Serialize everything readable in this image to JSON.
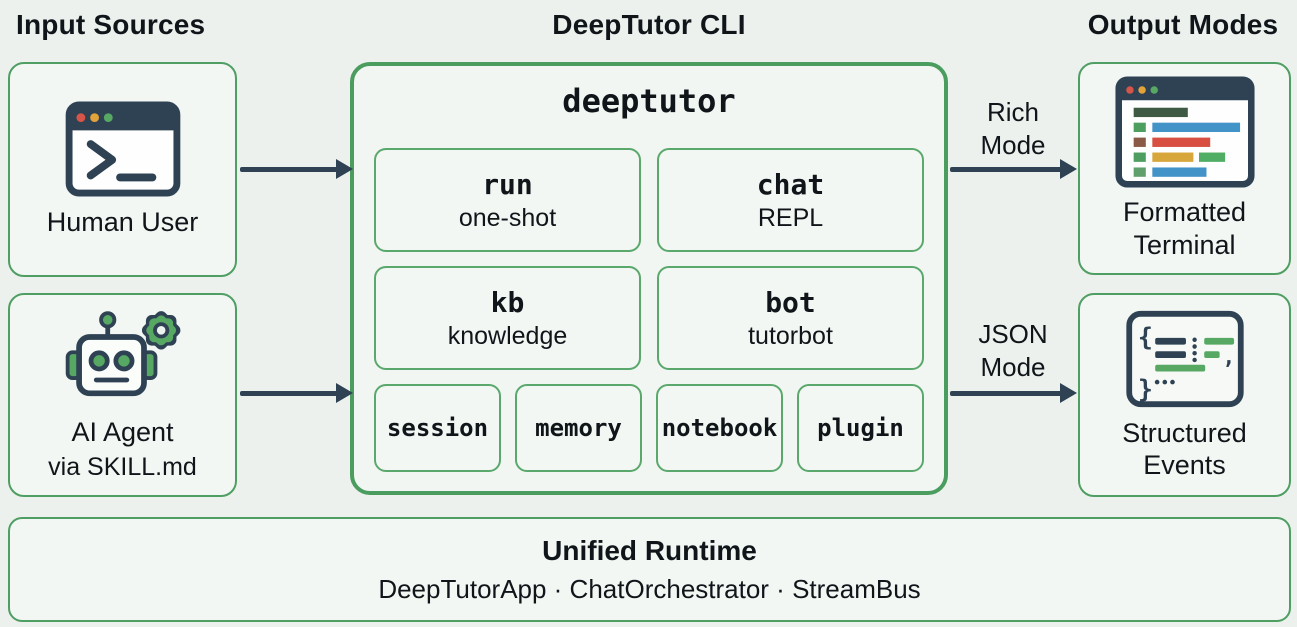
{
  "colors": {
    "background": "#ecf1ed",
    "panel_fill": "#f3f7f3",
    "border_green": "#4f9e63",
    "border_green_light": "#5aa86c",
    "arrow_slate": "#2e4254",
    "text": "#10151a",
    "icon_red": "#d65548",
    "icon_yellow": "#e2a33b",
    "icon_green": "#57a863",
    "icon_blue": "#4293c8"
  },
  "headers": {
    "left": "Input Sources",
    "center": "DeepTutor CLI",
    "right": "Output Modes"
  },
  "input_sources": {
    "human": {
      "label": "Human User",
      "icon": "terminal-window-icon"
    },
    "agent": {
      "label": "AI Agent",
      "sublabel": "via SKILL.md",
      "icon": "robot-with-gear-icon"
    }
  },
  "cli": {
    "app_name": "deeptutor",
    "commands": [
      {
        "name": "run",
        "desc": "one-shot"
      },
      {
        "name": "chat",
        "desc": "REPL"
      },
      {
        "name": "kb",
        "desc": "knowledge"
      },
      {
        "name": "bot",
        "desc": "tutorbot"
      }
    ],
    "subcommands": [
      {
        "name": "session"
      },
      {
        "name": "memory"
      },
      {
        "name": "notebook"
      },
      {
        "name": "plugin"
      }
    ]
  },
  "output_modes": {
    "rich": {
      "arrow_label": "Rich Mode",
      "target": "Formatted Terminal",
      "icon": "formatted-terminal-icon"
    },
    "json": {
      "arrow_label": "JSON Mode",
      "target": "Structured Events",
      "icon": "json-braces-icon"
    }
  },
  "runtime": {
    "title": "Unified Runtime",
    "components": "DeepTutorApp · ChatOrchestrator · StreamBus"
  }
}
